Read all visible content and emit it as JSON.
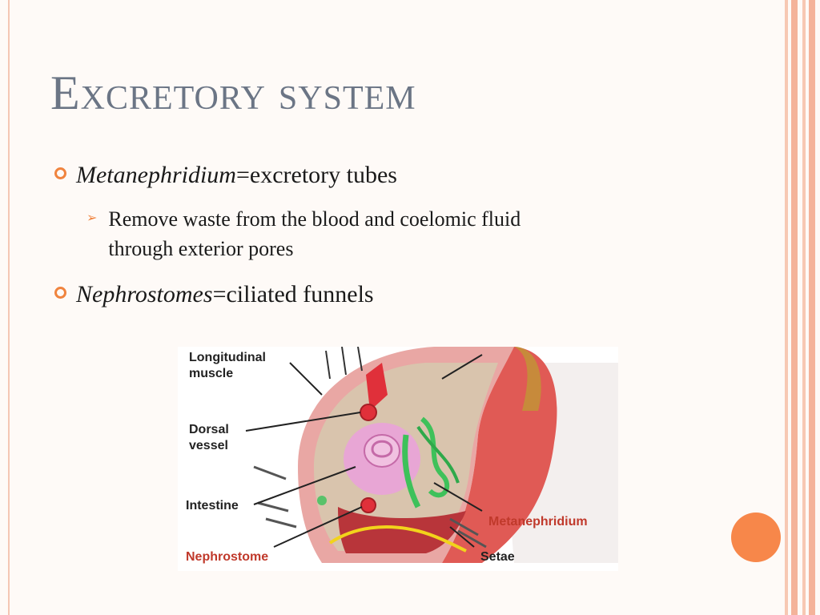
{
  "slide": {
    "title": "Excretory system",
    "bullets": [
      {
        "term": "Metanephridium",
        "rest": "=excretory tubes",
        "sub": [
          {
            "line1": "Remove waste from the blood and coelomic fluid",
            "line2": "through exterior pores"
          }
        ]
      },
      {
        "term": "Nephrostomes",
        "rest": "=ciliated funnels"
      }
    ]
  },
  "figure": {
    "labels": {
      "longitudinal_1": "Longitudinal",
      "longitudinal_2": "muscle",
      "dorsal_1": "Dorsal",
      "dorsal_2": "vessel",
      "intestine": "Intestine",
      "nephrostome": "Nephrostome",
      "metanephridium": "Metanephridium",
      "setae": "Setae"
    }
  },
  "colors": {
    "accent": "#f0843f",
    "title": "#6b7585",
    "highlight_label": "#c0392b",
    "stripe_a": "#f7c8b3",
    "stripe_b": "#f4b39a"
  }
}
